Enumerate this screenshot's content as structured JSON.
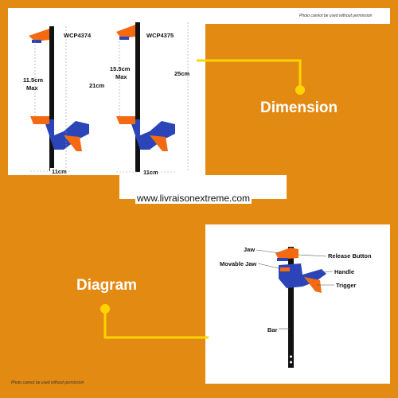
{
  "dimension_panel": {
    "notice": "Photo cannot be used without permission",
    "clamp_a": {
      "model": "WCP4374",
      "open": "11.5cm",
      "open_sub": "Max",
      "length": "21cm",
      "width": "11cm"
    },
    "clamp_b": {
      "model": "WCP4375",
      "open": "15.5cm",
      "open_sub": "Max",
      "length": "25cm",
      "width": "11cm"
    }
  },
  "headings": {
    "dimension": "Dimension",
    "diagram": "Diagram"
  },
  "website": "www.livraisonextreme.com",
  "diagram_panel": {
    "notice": "Photo cannot be used without permission",
    "parts": {
      "jaw": "Jaw",
      "movable_jaw": "Movable Jaw",
      "release_button": "Release Button",
      "handle": "Handle",
      "trigger": "Trigger",
      "bar": "Bar"
    }
  },
  "colors": {
    "background": "#e38a12",
    "panel": "#ffffff",
    "connector": "#ffd400",
    "clamp_body": "#2b45b8",
    "clamp_orange": "#f36a12",
    "bar": "#111111"
  }
}
